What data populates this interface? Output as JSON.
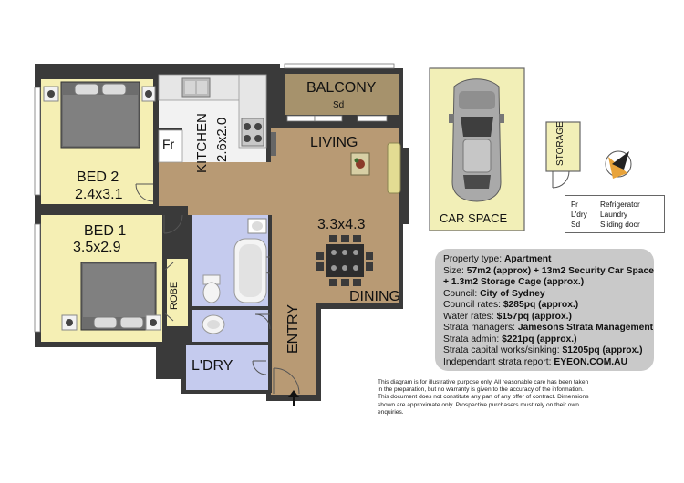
{
  "rooms": {
    "bed2_name": "BED 2",
    "bed2_size": "2.4x3.1",
    "bed1_name": "BED 1",
    "bed1_size": "3.5x2.9",
    "robe": "ROBE",
    "fridge": "Fr",
    "kitchen_name": "KITCHEN",
    "kitchen_size": "2.6x2.0",
    "balcony": "BALCONY",
    "sliding_door": "Sd",
    "living": "LIVING",
    "living_size": "3.3x4.3",
    "dining": "DINING",
    "entry": "ENTRY",
    "laundry": "L'DRY",
    "car_space": "CAR SPACE",
    "storage": "STORAGE"
  },
  "legend": {
    "items": [
      {
        "abbr": "Fr",
        "meaning": "Refrigerator"
      },
      {
        "abbr": "L'dry",
        "meaning": "Laundry"
      },
      {
        "abbr": "Sd",
        "meaning": "Sliding door"
      }
    ]
  },
  "property": {
    "rows": [
      {
        "label": "Property type: ",
        "value": "Apartment"
      },
      {
        "label": "Size: ",
        "value": "57m2 (approx) + 13m2 Security Car Space"
      },
      {
        "label": "",
        "value": "+ 1.3m2 Storage Cage (approx.)"
      },
      {
        "label": "Council: ",
        "value": "City of Sydney"
      },
      {
        "label": "Council rates: ",
        "value": "$285pq (approx.)"
      },
      {
        "label": "Water rates: ",
        "value": "$157pq (approx.)"
      },
      {
        "label": "Strata managers: ",
        "value": "Jamesons Strata Management"
      },
      {
        "label": "Strata admin: ",
        "value": "$221pq (approx.)"
      },
      {
        "label": "Strata capital works/sinking: ",
        "value": "$1205pq (approx.)"
      },
      {
        "label": "Independant strata report: ",
        "value": "EYEON.COM.AU"
      }
    ]
  },
  "disclaimer": "This diagram is for illustrative purpose only. All reasonable care has been taken in the preparation, but no warranty is given to the accuracy of the information. This document does not constitute any part of any offer of contract. Dimensions shown are approximate only. Prospective purchasers must rely on their own enquiries.",
  "colors": {
    "wall": "#3a3a3a",
    "floor_living": "#b89a74",
    "bedroom": "#f5efb4",
    "wet_area": "#c5cbee",
    "kitchen": "#f2f2f2",
    "balcony": "#a6926c",
    "car_space": "#f2efb7",
    "info_box": "#c9c9c9"
  }
}
